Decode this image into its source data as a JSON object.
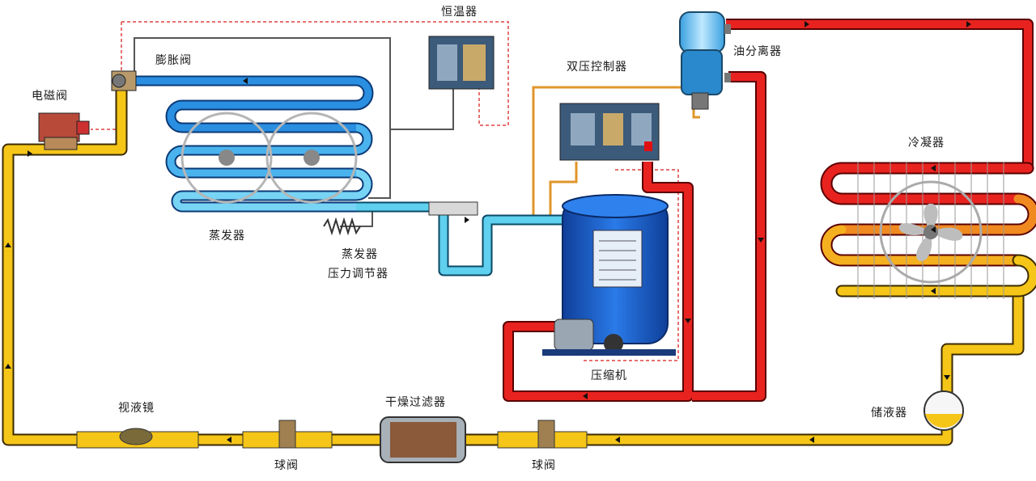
{
  "labels": {
    "solenoid_valve": "电磁阀",
    "expansion_valve": "膨胀阀",
    "thermostat": "恒温器",
    "dual_pressure_controller": "双压控制器",
    "oil_separator": "油分离器",
    "condenser": "冷凝器",
    "evaporator": "蒸发器",
    "evap_pressure_regulator_line1": "蒸发器",
    "evap_pressure_regulator_line2": "压力调节器",
    "compressor": "压缩机",
    "sight_glass": "视液镜",
    "ball_valve_left": "球阀",
    "drier_filter": "干燥过滤器",
    "ball_valve_right": "球阀",
    "liquid_receiver": "储液器"
  },
  "colors": {
    "liquid_line": "#f5c518",
    "hot_gas_line": "#e8231f",
    "suction_line": "#5fd0ee",
    "evaporator_coil": "#2a8fe0",
    "condenser_hot": "#e8231f",
    "condenser_mid": "#f08a20",
    "condenser_cool": "#f5c518",
    "compressor_body": "#1a5fd0",
    "control_line": "#e0962a",
    "signal_dashed": "#e04040",
    "capillary": "#555555"
  },
  "icons": {
    "flow_arrow": "arrow-icon",
    "fan": "fan-icon"
  }
}
